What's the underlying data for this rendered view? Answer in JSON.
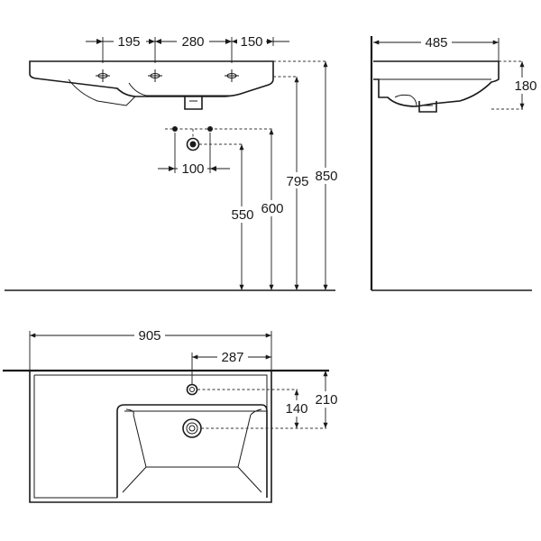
{
  "dimensions": {
    "front": {
      "hole_spacing_left": "195",
      "hole_spacing_middle": "280",
      "hole_spacing_right": "150",
      "drain_spacing": "100",
      "height_550": "550",
      "height_600": "600",
      "height_795": "795",
      "height_850": "850"
    },
    "side": {
      "depth": "485",
      "basin_height": "180"
    },
    "top": {
      "width": "905",
      "tap_offset": "287",
      "drain_depth": "140",
      "tap_depth": "210"
    }
  },
  "colors": {
    "line": "#1a1a1a",
    "background": "#ffffff"
  }
}
